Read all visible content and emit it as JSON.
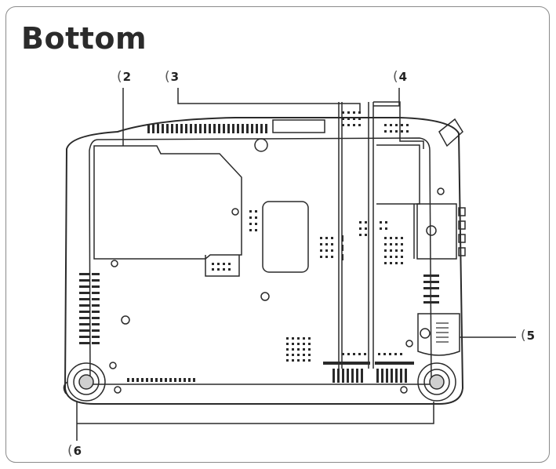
{
  "title": "Bottom",
  "callouts": [
    {
      "bracket": "(",
      "num": "2"
    },
    {
      "bracket": "(",
      "num": "3"
    },
    {
      "bracket": "(",
      "num": "4"
    },
    {
      "bracket": "(",
      "num": "5"
    },
    {
      "bracket": "(",
      "num": "6"
    }
  ],
  "colors": {
    "line": "#2a2a2a",
    "frame": "#8a8a8a",
    "text": "#2b2b2b"
  }
}
